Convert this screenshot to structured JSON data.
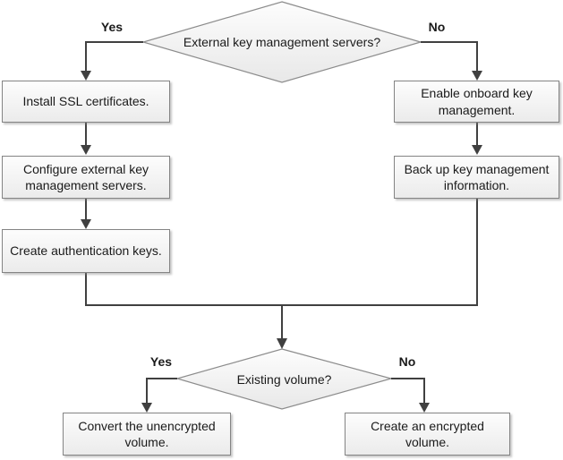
{
  "flowchart": {
    "decision1": {
      "label": "External key management servers?",
      "yes_label": "Yes",
      "no_label": "No"
    },
    "decision2": {
      "label": "Existing volume?",
      "yes_label": "Yes",
      "no_label": "No"
    },
    "steps": {
      "install_ssl": "Install SSL certificates.",
      "configure_kms": "Configure external key management servers.",
      "create_auth_keys": "Create authentication keys.",
      "enable_onboard": "Enable onboard key management.",
      "backup_info": "Back up key management information.",
      "convert_volume": "Convert the unencrypted volume.",
      "create_volume": "Create an encrypted volume."
    },
    "colors": {
      "line": "#404040",
      "node_border": "#848484",
      "node_fill_top": "#fdfdfd",
      "node_fill_bottom": "#ebebeb",
      "text": "#1a1a1a"
    }
  }
}
